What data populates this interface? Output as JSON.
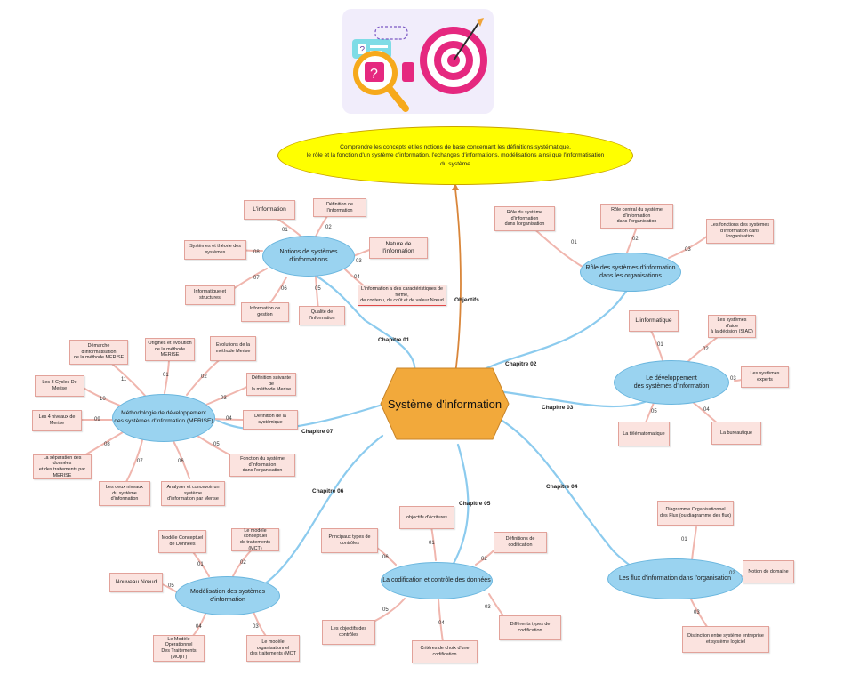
{
  "objective": {
    "text": "Comprendre les concepts et les notions de base concernant les définitions systématique,\nle rôle et la fonction d'un système d'information, l'echanges d'informations, modélisations  ainsi que  l'informatisation du système",
    "link_label": "Objectifs"
  },
  "center": {
    "label": "Système d'information"
  },
  "chapters": [
    {
      "label": "Chapitre 01",
      "topic": "Notions de systèmes d'informations",
      "items": [
        {
          "num": "01",
          "text": "L'information"
        },
        {
          "num": "02",
          "text": "Définition de l'information"
        },
        {
          "num": "03",
          "text": "Nature de l'information"
        },
        {
          "num": "04",
          "text": "L'information a des caractéristiques de forme,\nde contenu, de coût et de valeur Nœud"
        },
        {
          "num": "05",
          "text": "Qualité de l'information"
        },
        {
          "num": "06",
          "text": "Information de gestion"
        },
        {
          "num": "07",
          "text": "Informatique et structures"
        },
        {
          "num": "08",
          "text": "Systèmes et théorie des systèmes"
        }
      ]
    },
    {
      "label": "Chapitre 02",
      "topic": "Rôle des systèmes d'information\ndans les organisations",
      "items": [
        {
          "num": "01",
          "text": "Rôle du système d'information\ndans l'organisation"
        },
        {
          "num": "02",
          "text": "Rôle central du système d'information\ndans l'organisation"
        },
        {
          "num": "03",
          "text": "Les fonctions des systèmes\nd'information dans l'organisation"
        }
      ]
    },
    {
      "label": "Chapitre 03",
      "topic": "Le développement\ndes systèmes d'information",
      "items": [
        {
          "num": "01",
          "text": "L'informatique"
        },
        {
          "num": "02",
          "text": "Les systèmes d'aide\nà la décision (SIAD)"
        },
        {
          "num": "03",
          "text": "Les systèmes experts"
        },
        {
          "num": "04",
          "text": "La bureautique"
        },
        {
          "num": "05",
          "text": "La télématomatique"
        }
      ]
    },
    {
      "label": "Chapitre 04",
      "topic": "Les flux d'information dans l'organisation",
      "items": [
        {
          "num": "01",
          "text": "Diagramme Organisationnel\ndes Flux (ou diagramme des flux)"
        },
        {
          "num": "02",
          "text": "Notion de domaine"
        },
        {
          "num": "03",
          "text": "Distinction entre système entreprise\net système logiciel"
        }
      ]
    },
    {
      "label": "Chapitre 05",
      "topic": "La codification et contrôle des données",
      "items": [
        {
          "num": "01",
          "text": "objectifs d'écritures"
        },
        {
          "num": "02",
          "text": "Définitions de codification"
        },
        {
          "num": "03",
          "text": "Différents types de codification"
        },
        {
          "num": "04",
          "text": "Critères de choix d'une codification"
        },
        {
          "num": "05",
          "text": "Les objectifs des contrôles"
        },
        {
          "num": "06",
          "text": "Principaux types de contrôles"
        }
      ]
    },
    {
      "label": "Chapitre 06",
      "topic": "Modélisation des systèmes d'information",
      "items": [
        {
          "num": "01",
          "text": "Modèle Conceptuel\nde Données"
        },
        {
          "num": "02",
          "text": "Le modèle conceptuel\nde traitements (MCT)"
        },
        {
          "num": "03",
          "text": "Le modèle organisationnel\ndes traitements (MOT"
        },
        {
          "num": "04",
          "text": "Le Modèle Opérationnel\nDes Traitements (MOpT)"
        },
        {
          "num": "05",
          "text": "Nouveau Nœud"
        }
      ]
    },
    {
      "label": "Chapitre 07",
      "topic": "Méthodologie de développement\ndes systèmes d'information (MERISE)",
      "items": [
        {
          "num": "01",
          "text": "Origines et évolution\nde la méthode MERISE"
        },
        {
          "num": "02",
          "text": "Evolutions de la\nméthode Merise"
        },
        {
          "num": "03",
          "text": "Définition suivante de\nla méthode Merise"
        },
        {
          "num": "04",
          "text": "Définition de la systémique"
        },
        {
          "num": "05",
          "text": "Fonction du système d'information\ndans l'organisation"
        },
        {
          "num": "06",
          "text": "Analyser et  concevoir un système\nd'information par Merise"
        },
        {
          "num": "07",
          "text": "Les deux niveaux\ndu système d'information"
        },
        {
          "num": "08",
          "text": "La séparation des données\net des traitements par MERISE"
        },
        {
          "num": "09",
          "text": "Les 4 niveaux de Merise"
        },
        {
          "num": "10",
          "text": "Les 3 Cycles De Merise"
        },
        {
          "num": "11",
          "text": "Démarche d'informatisation\nde la méthode MERISE"
        }
      ]
    }
  ],
  "colors": {
    "node_fill": "#9ad3f0",
    "node_border": "#6ab6de",
    "box_fill": "#fbe3df",
    "box_border": "#e2a29a",
    "center_fill": "#f2a93b",
    "goal_fill": "#ffff00",
    "branch_line": "#8ccbee",
    "objective_line": "#d9863a"
  },
  "illustration": {
    "icon": "target-with-magnifier-question-icon"
  }
}
